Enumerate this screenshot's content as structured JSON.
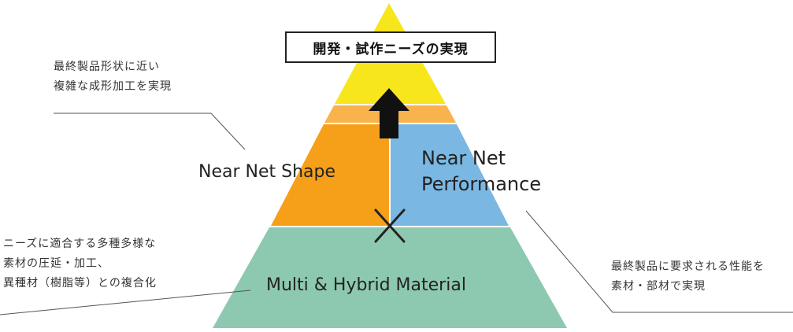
{
  "title": "開発・試作ニーズの実現",
  "layers": {
    "left_middle": "Near Net Shape",
    "right_middle": [
      "Near Net",
      "Performance"
    ],
    "bottom": "Multi & Hybrid Material"
  },
  "annotations": {
    "top_left": [
      "最終製品形状に近い",
      "複雑な成形加工を実現"
    ],
    "bottom_left": [
      "ニーズに適合する多種多様な",
      "素材の圧延・加工、",
      "異種材（樹脂等）との複合化"
    ],
    "bottom_right": [
      "最終製品に要求される性能を",
      "素材・部材で実現"
    ]
  },
  "colors": {
    "top": "#f7e61c",
    "band": "#f9b34c",
    "left_middle": "#f6a01a",
    "right_middle": "#7ab8e3",
    "bottom": "#8dc9b0",
    "lines": "#555555",
    "arrow": "#111111"
  }
}
